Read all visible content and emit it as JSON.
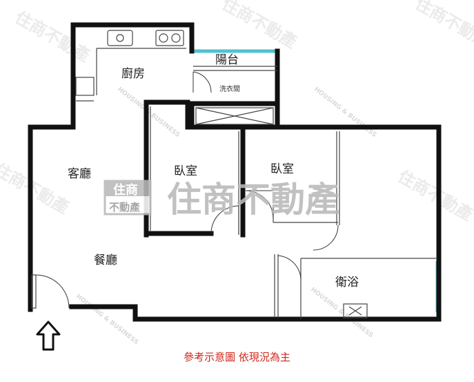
{
  "rooms": {
    "kitchen": "廚房",
    "balcony": "陽台",
    "laundry": "洗衣間",
    "living": "客廳",
    "dining": "餐廳",
    "bedroom1": "臥室",
    "bedroom2": "臥室",
    "bathroom": "衛浴"
  },
  "watermark": {
    "main": "住商不動產",
    "badge_top": "住商",
    "badge_bottom": "不動產",
    "diagonal": "HOUSING & BUSINESS",
    "corner": "住商不動產"
  },
  "caption": "參考示意圖 依現況為主",
  "colors": {
    "wall": "#111111",
    "window": "#4fc3d0",
    "caption": "#d0261c",
    "watermark": "#b9b9b9"
  },
  "icons": [
    "entrance-arrow-icon",
    "sink-icon",
    "stove-icon"
  ]
}
